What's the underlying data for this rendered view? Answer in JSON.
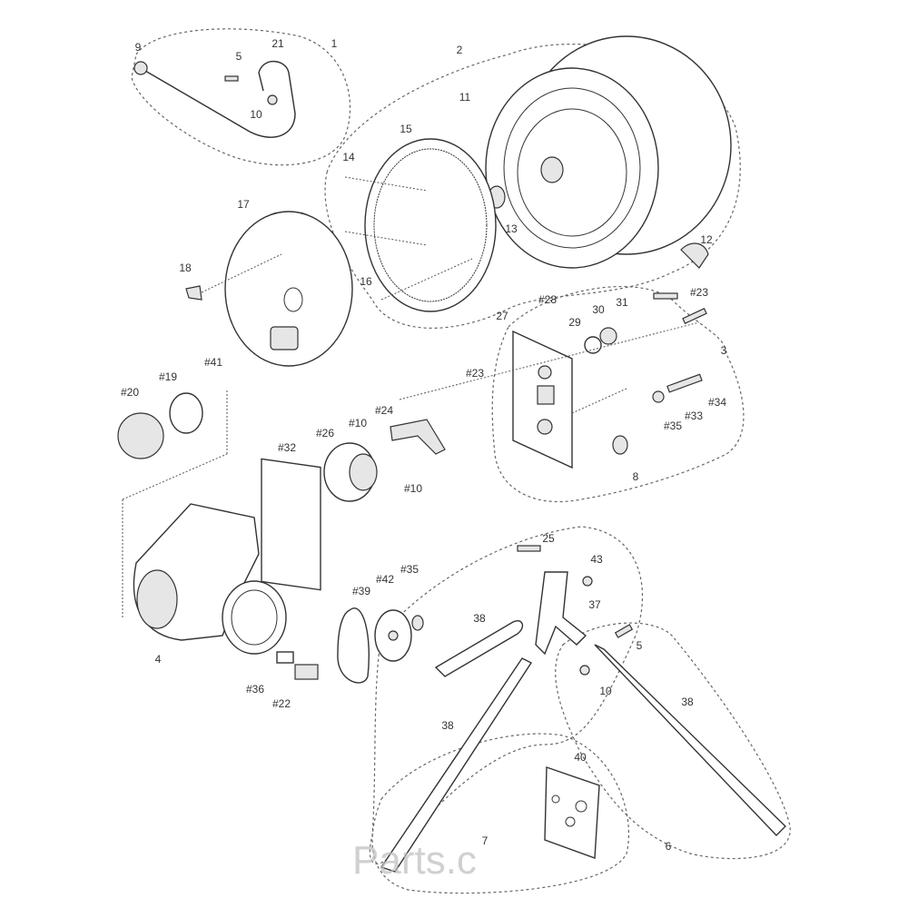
{
  "diagram": {
    "title": "Cement mixer exploded parts diagram",
    "watermark": "Parts.c",
    "labels": [
      "1",
      "2",
      "21",
      "9",
      "5",
      "10",
      "11",
      "15",
      "14",
      "13",
      "12",
      "17",
      "18",
      "16",
      "#28",
      "31",
      "30",
      "29",
      "27",
      "#23",
      "3",
      "#41",
      "#19",
      "#20",
      "#23",
      "#24",
      "#10",
      "#26",
      "#32",
      "#10",
      "#34",
      "#33",
      "#35",
      "8",
      "25",
      "43",
      "37",
      "38",
      "#35",
      "#42",
      "#39",
      "4",
      "5",
      "10",
      "38",
      "#36",
      "#22",
      "38",
      "40",
      "7",
      "6"
    ]
  }
}
